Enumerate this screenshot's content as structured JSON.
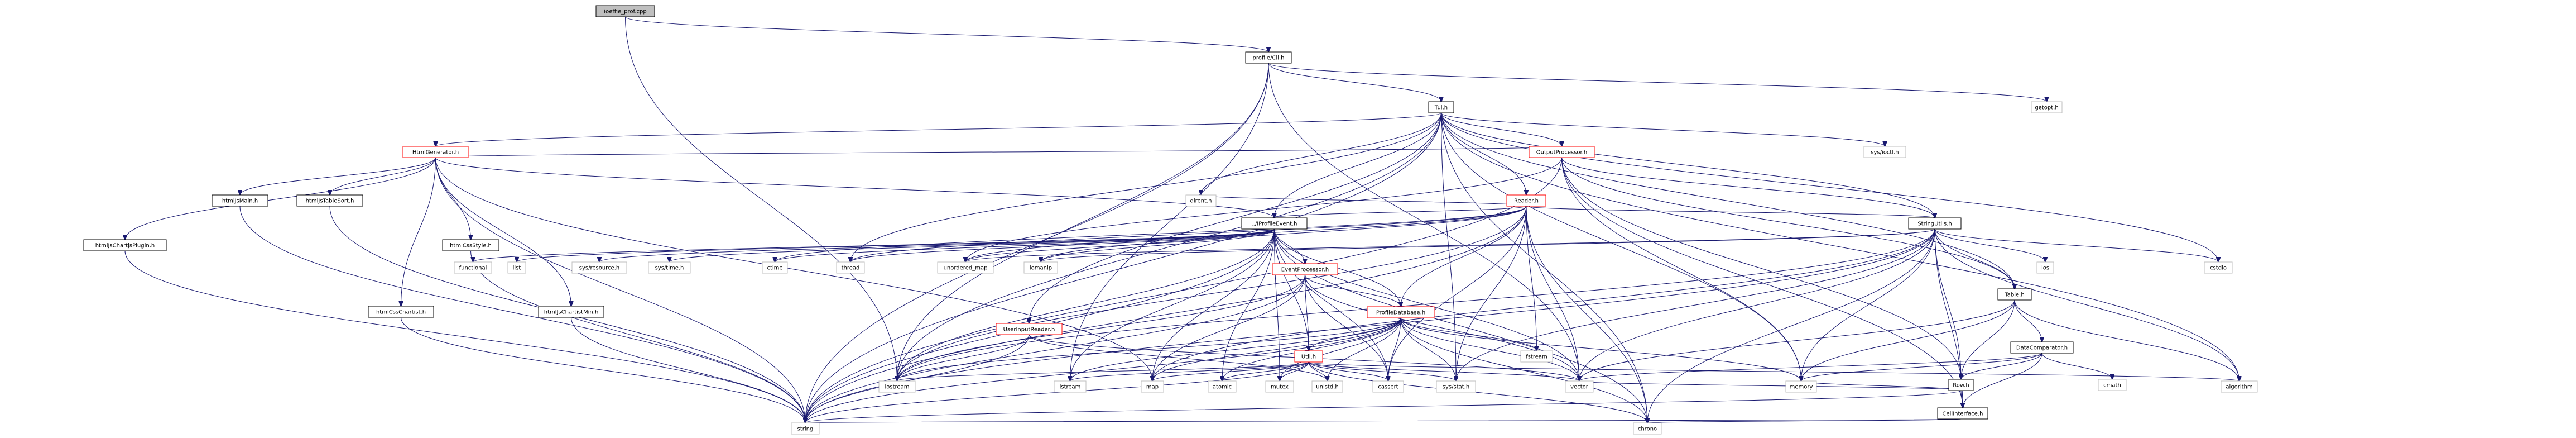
{
  "colors": {
    "root_fill": "#bfbfbf",
    "node_border": "#000000",
    "project_border": "#ff0000",
    "system_border": "#bfbfbf",
    "edge": "#191970",
    "text": "#000000",
    "background": "#ffffff"
  },
  "nodes": [
    {
      "id": "root",
      "label": "ioeffie_prof.cpp",
      "kind": "root"
    },
    {
      "id": "profileCli",
      "label": "profile/Cli.h",
      "kind": "project"
    },
    {
      "id": "getopt",
      "label": "getopt.h",
      "kind": "system"
    },
    {
      "id": "tui",
      "label": "Tui.h",
      "kind": "project"
    },
    {
      "id": "htmlgen",
      "label": "HtmlGenerator.h",
      "kind": "project-red"
    },
    {
      "id": "outproc",
      "label": "OutputProcessor.h",
      "kind": "project-red"
    },
    {
      "id": "reader",
      "label": "Reader.h",
      "kind": "project-red"
    },
    {
      "id": "sysioctl",
      "label": "sys/ioctl.h",
      "kind": "system"
    },
    {
      "id": "jsChartjsPlugin",
      "label": "htmlJsChartjsPlugin.h",
      "kind": "project"
    },
    {
      "id": "jsMain",
      "label": "htmlJsMain.h",
      "kind": "project"
    },
    {
      "id": "jsTableSort",
      "label": "htmlJsTableSort.h",
      "kind": "project"
    },
    {
      "id": "cssStyle",
      "label": "htmlCssStyle.h",
      "kind": "project"
    },
    {
      "id": "cssChartist",
      "label": "htmlCssChartist.h",
      "kind": "project"
    },
    {
      "id": "jsChartistMin",
      "label": "htmlJsChartistMin.h",
      "kind": "project"
    },
    {
      "id": "iprofile",
      "label": "../IProfileEvent.h",
      "kind": "project"
    },
    {
      "id": "stringutils",
      "label": "StringUtils.h",
      "kind": "project"
    },
    {
      "id": "table",
      "label": "Table.h",
      "kind": "project"
    },
    {
      "id": "datacomp",
      "label": "DataComparator.h",
      "kind": "project"
    },
    {
      "id": "eventproc",
      "label": "EventProcessor.h",
      "kind": "project-red"
    },
    {
      "id": "profiledb",
      "label": "ProfileDatabase.h",
      "kind": "project-red"
    },
    {
      "id": "userinput",
      "label": "UserInputReader.h",
      "kind": "project-red"
    },
    {
      "id": "util",
      "label": "Util.h",
      "kind": "project-red"
    },
    {
      "id": "row",
      "label": "Row.h",
      "kind": "project"
    },
    {
      "id": "cellinterface",
      "label": "CellInterface.h",
      "kind": "project"
    },
    {
      "id": "functional",
      "label": "functional",
      "kind": "system"
    },
    {
      "id": "list",
      "label": "list",
      "kind": "system"
    },
    {
      "id": "sysresource",
      "label": "sys/resource.h",
      "kind": "system"
    },
    {
      "id": "systime",
      "label": "sys/time.h",
      "kind": "system"
    },
    {
      "id": "ctime",
      "label": "ctime",
      "kind": "system"
    },
    {
      "id": "thread",
      "label": "thread",
      "kind": "system"
    },
    {
      "id": "unordered_map",
      "label": "unordered_map",
      "kind": "system"
    },
    {
      "id": "iomanip",
      "label": "iomanip",
      "kind": "system"
    },
    {
      "id": "dirent",
      "label": "dirent.h",
      "kind": "system"
    },
    {
      "id": "ios",
      "label": "ios",
      "kind": "system"
    },
    {
      "id": "cstdio",
      "label": "cstdio",
      "kind": "system"
    },
    {
      "id": "cmath",
      "label": "cmath",
      "kind": "system"
    },
    {
      "id": "fstream",
      "label": "fstream",
      "kind": "system"
    },
    {
      "id": "iostream",
      "label": "iostream",
      "kind": "system"
    },
    {
      "id": "istream",
      "label": "istream",
      "kind": "system"
    },
    {
      "id": "map",
      "label": "map",
      "kind": "system"
    },
    {
      "id": "atomic",
      "label": "atomic",
      "kind": "system"
    },
    {
      "id": "mutex",
      "label": "mutex",
      "kind": "system"
    },
    {
      "id": "unistd",
      "label": "unistd.h",
      "kind": "system"
    },
    {
      "id": "cassert",
      "label": "cassert",
      "kind": "system"
    },
    {
      "id": "sysstat",
      "label": "sys/stat.h",
      "kind": "system"
    },
    {
      "id": "vector",
      "label": "vector",
      "kind": "system"
    },
    {
      "id": "memory",
      "label": "memory",
      "kind": "system"
    },
    {
      "id": "algorithm",
      "label": "algorithm",
      "kind": "system"
    },
    {
      "id": "string",
      "label": "string",
      "kind": "system"
    },
    {
      "id": "chrono",
      "label": "chrono",
      "kind": "system"
    }
  ],
  "edges": [
    [
      "root",
      "profileCli"
    ],
    [
      "root",
      "iostream"
    ],
    [
      "profileCli",
      "getopt"
    ],
    [
      "profileCli",
      "tui"
    ],
    [
      "profileCli",
      "string"
    ],
    [
      "profileCli",
      "iostream"
    ],
    [
      "profileCli",
      "vector"
    ],
    [
      "profileCli",
      "istream"
    ],
    [
      "tui",
      "htmlgen"
    ],
    [
      "tui",
      "outproc"
    ],
    [
      "tui",
      "reader"
    ],
    [
      "tui",
      "sysioctl"
    ],
    [
      "tui",
      "iprofile"
    ],
    [
      "tui",
      "stringutils"
    ],
    [
      "tui",
      "table"
    ],
    [
      "tui",
      "thread"
    ],
    [
      "tui",
      "dirent"
    ],
    [
      "tui",
      "cstdio"
    ],
    [
      "tui",
      "memory"
    ],
    [
      "tui",
      "chrono"
    ],
    [
      "tui",
      "algorithm"
    ],
    [
      "tui",
      "string"
    ],
    [
      "tui",
      "iostream"
    ],
    [
      "tui",
      "userinput"
    ],
    [
      "tui",
      "sysstat"
    ],
    [
      "htmlgen",
      "jsChartjsPlugin"
    ],
    [
      "htmlgen",
      "jsMain"
    ],
    [
      "htmlgen",
      "jsTableSort"
    ],
    [
      "htmlgen",
      "cssStyle"
    ],
    [
      "htmlgen",
      "cssChartist"
    ],
    [
      "htmlgen",
      "jsChartistMin"
    ],
    [
      "htmlgen",
      "iprofile"
    ],
    [
      "htmlgen",
      "outproc"
    ],
    [
      "htmlgen",
      "string"
    ],
    [
      "htmlgen",
      "map"
    ],
    [
      "jsChartjsPlugin",
      "string"
    ],
    [
      "jsMain",
      "string"
    ],
    [
      "jsTableSort",
      "string"
    ],
    [
      "cssStyle",
      "string"
    ],
    [
      "cssChartist",
      "string"
    ],
    [
      "jsChartistMin",
      "string"
    ],
    [
      "outproc",
      "stringutils"
    ],
    [
      "outproc",
      "table"
    ],
    [
      "outproc",
      "row"
    ],
    [
      "outproc",
      "cellinterface"
    ],
    [
      "outproc",
      "unordered_map"
    ],
    [
      "outproc",
      "string"
    ],
    [
      "outproc",
      "memory"
    ],
    [
      "reader",
      "iprofile"
    ],
    [
      "reader",
      "profiledb"
    ],
    [
      "reader",
      "stringutils"
    ],
    [
      "reader",
      "ctime"
    ],
    [
      "reader",
      "thread"
    ],
    [
      "reader",
      "unordered_map"
    ],
    [
      "reader",
      "iomanip"
    ],
    [
      "reader",
      "dirent"
    ],
    [
      "reader",
      "fstream"
    ],
    [
      "reader",
      "sysstat"
    ],
    [
      "reader",
      "vector"
    ],
    [
      "reader",
      "string"
    ],
    [
      "reader",
      "cassert"
    ],
    [
      "reader",
      "iostream"
    ],
    [
      "reader",
      "chrono"
    ],
    [
      "iprofile",
      "functional"
    ],
    [
      "iprofile",
      "list"
    ],
    [
      "iprofile",
      "sysresource"
    ],
    [
      "iprofile",
      "systime"
    ],
    [
      "iprofile",
      "ctime"
    ],
    [
      "iprofile",
      "thread"
    ],
    [
      "iprofile",
      "unordered_map"
    ],
    [
      "iprofile",
      "iomanip"
    ],
    [
      "iprofile",
      "eventproc"
    ],
    [
      "iprofile",
      "profiledb"
    ],
    [
      "iprofile",
      "util"
    ],
    [
      "iprofile",
      "string"
    ],
    [
      "iprofile",
      "iostream"
    ],
    [
      "iprofile",
      "istream"
    ],
    [
      "iprofile",
      "map"
    ],
    [
      "iprofile",
      "atomic"
    ],
    [
      "iprofile",
      "mutex"
    ],
    [
      "iprofile",
      "cassert"
    ],
    [
      "iprofile",
      "vector"
    ],
    [
      "iprofile",
      "chrono"
    ],
    [
      "stringutils",
      "unordered_map"
    ],
    [
      "stringutils",
      "iomanip"
    ],
    [
      "stringutils",
      "ios"
    ],
    [
      "stringutils",
      "cstdio"
    ],
    [
      "stringutils",
      "table"
    ],
    [
      "stringutils",
      "row"
    ],
    [
      "stringutils",
      "cellinterface"
    ],
    [
      "stringutils",
      "vector"
    ],
    [
      "stringutils",
      "memory"
    ],
    [
      "stringutils",
      "algorithm"
    ],
    [
      "stringutils",
      "string"
    ],
    [
      "stringutils",
      "map"
    ],
    [
      "stringutils",
      "iostream"
    ],
    [
      "stringutils",
      "chrono"
    ],
    [
      "stringutils",
      "sysstat"
    ],
    [
      "table",
      "datacomp"
    ],
    [
      "table",
      "row"
    ],
    [
      "table",
      "vector"
    ],
    [
      "table",
      "memory"
    ],
    [
      "table",
      "algorithm"
    ],
    [
      "datacomp",
      "row"
    ],
    [
      "datacomp",
      "cmath"
    ],
    [
      "datacomp",
      "vector"
    ],
    [
      "datacomp",
      "memory"
    ],
    [
      "datacomp",
      "cellinterface"
    ],
    [
      "eventproc",
      "profiledb"
    ],
    [
      "eventproc",
      "util"
    ],
    [
      "eventproc",
      "iostream"
    ],
    [
      "eventproc",
      "cassert"
    ],
    [
      "eventproc",
      "vector"
    ],
    [
      "eventproc",
      "string"
    ],
    [
      "eventproc",
      "map"
    ],
    [
      "profiledb",
      "util"
    ],
    [
      "profiledb",
      "fstream"
    ],
    [
      "profiledb",
      "iostream"
    ],
    [
      "profiledb",
      "istream"
    ],
    [
      "profiledb",
      "map"
    ],
    [
      "profiledb",
      "mutex"
    ],
    [
      "profiledb",
      "unistd"
    ],
    [
      "profiledb",
      "cassert"
    ],
    [
      "profiledb",
      "sysstat"
    ],
    [
      "profiledb",
      "vector"
    ],
    [
      "profiledb",
      "memory"
    ],
    [
      "profiledb",
      "string"
    ],
    [
      "profiledb",
      "chrono"
    ],
    [
      "profiledb",
      "atomic"
    ],
    [
      "userinput",
      "iostream"
    ],
    [
      "userinput",
      "string"
    ],
    [
      "userinput",
      "unistd"
    ],
    [
      "userinput",
      "vector"
    ],
    [
      "util",
      "iostream"
    ],
    [
      "util",
      "istream"
    ],
    [
      "util",
      "map"
    ],
    [
      "util",
      "atomic"
    ],
    [
      "util",
      "mutex"
    ],
    [
      "util",
      "unistd"
    ],
    [
      "util",
      "cassert"
    ],
    [
      "util",
      "sysstat"
    ],
    [
      "util",
      "vector"
    ],
    [
      "util",
      "string"
    ],
    [
      "util",
      "chrono"
    ],
    [
      "util",
      "algorithm"
    ],
    [
      "row",
      "vector"
    ],
    [
      "row",
      "memory"
    ],
    [
      "row",
      "cellinterface"
    ],
    [
      "row",
      "string"
    ],
    [
      "cellinterface",
      "string"
    ],
    [
      "cellinterface",
      "chrono"
    ]
  ]
}
